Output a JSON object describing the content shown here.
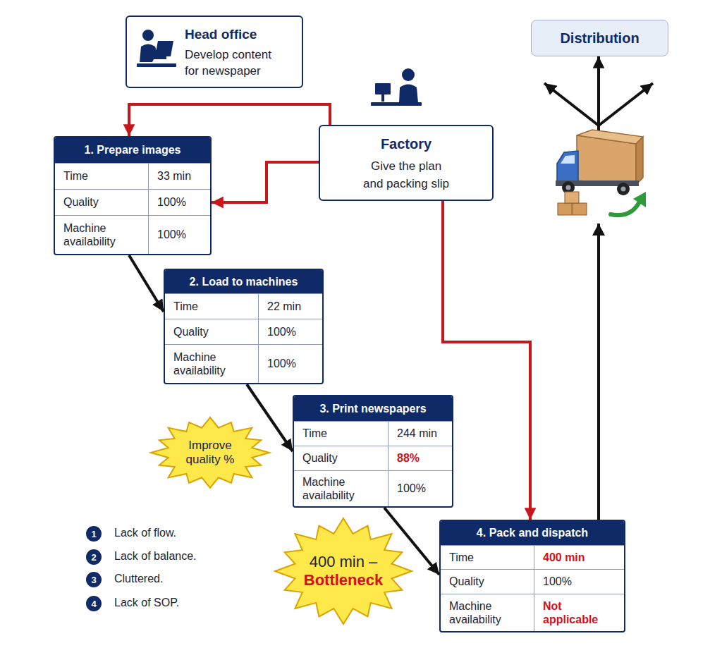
{
  "diagram": {
    "nodes": [
      {
        "text": [
          "Head office",
          "Develop content for newspaper"
        ]
      },
      {
        "text": [
          "Distribution"
        ]
      },
      {
        "text": [
          "1. Prepare images",
          "Time",
          "33 min",
          "Quality",
          "100%",
          "Machine availability",
          "100%"
        ]
      },
      {
        "text": [
          "Factory",
          "Give the plan and packing slip"
        ]
      },
      {
        "text": [
          "2. Load to machines",
          "Time",
          "22 min",
          "Quality",
          "100%",
          "Machine availability",
          "100%"
        ]
      },
      {
        "text": [
          "3. Print newspapers",
          "Time",
          "244 min",
          "Quality",
          "88%",
          "Machine availability",
          "100%"
        ]
      },
      {
        "text": [
          "Improve quality %"
        ]
      },
      {
        "text": [
          "4. Pack and dispatch",
          "Time",
          "400 min",
          "Quality",
          "100%",
          "Machine availability",
          "Not applicable"
        ]
      },
      {
        "text": [
          "400 min –",
          "Bottleneck"
        ]
      },
      {
        "text": [
          "1"
        ]
      },
      {
        "text": [
          "2"
        ]
      },
      {
        "text": [
          "3"
        ]
      },
      {
        "text": [
          "4"
        ]
      }
    ],
    "edges": [
      {
        "from": 3,
        "to": 2,
        "arrow": "to"
      },
      {
        "from": 3,
        "to": 2,
        "arrow": "to"
      },
      {
        "from": 2,
        "to": 4,
        "arrow": "to"
      },
      {
        "from": 4,
        "to": 5,
        "arrow": "to"
      },
      {
        "from": 5,
        "to": 7,
        "arrow": "to"
      },
      {
        "from": 3,
        "to": 7,
        "arrow": "to"
      },
      {
        "from": 7,
        "to": 1,
        "arrow": "to"
      }
    ],
    "labels": [
      "Lack of flow.",
      "Lack of balance.",
      "Cluttered.",
      "Lack of SOP."
    ]
  }
}
